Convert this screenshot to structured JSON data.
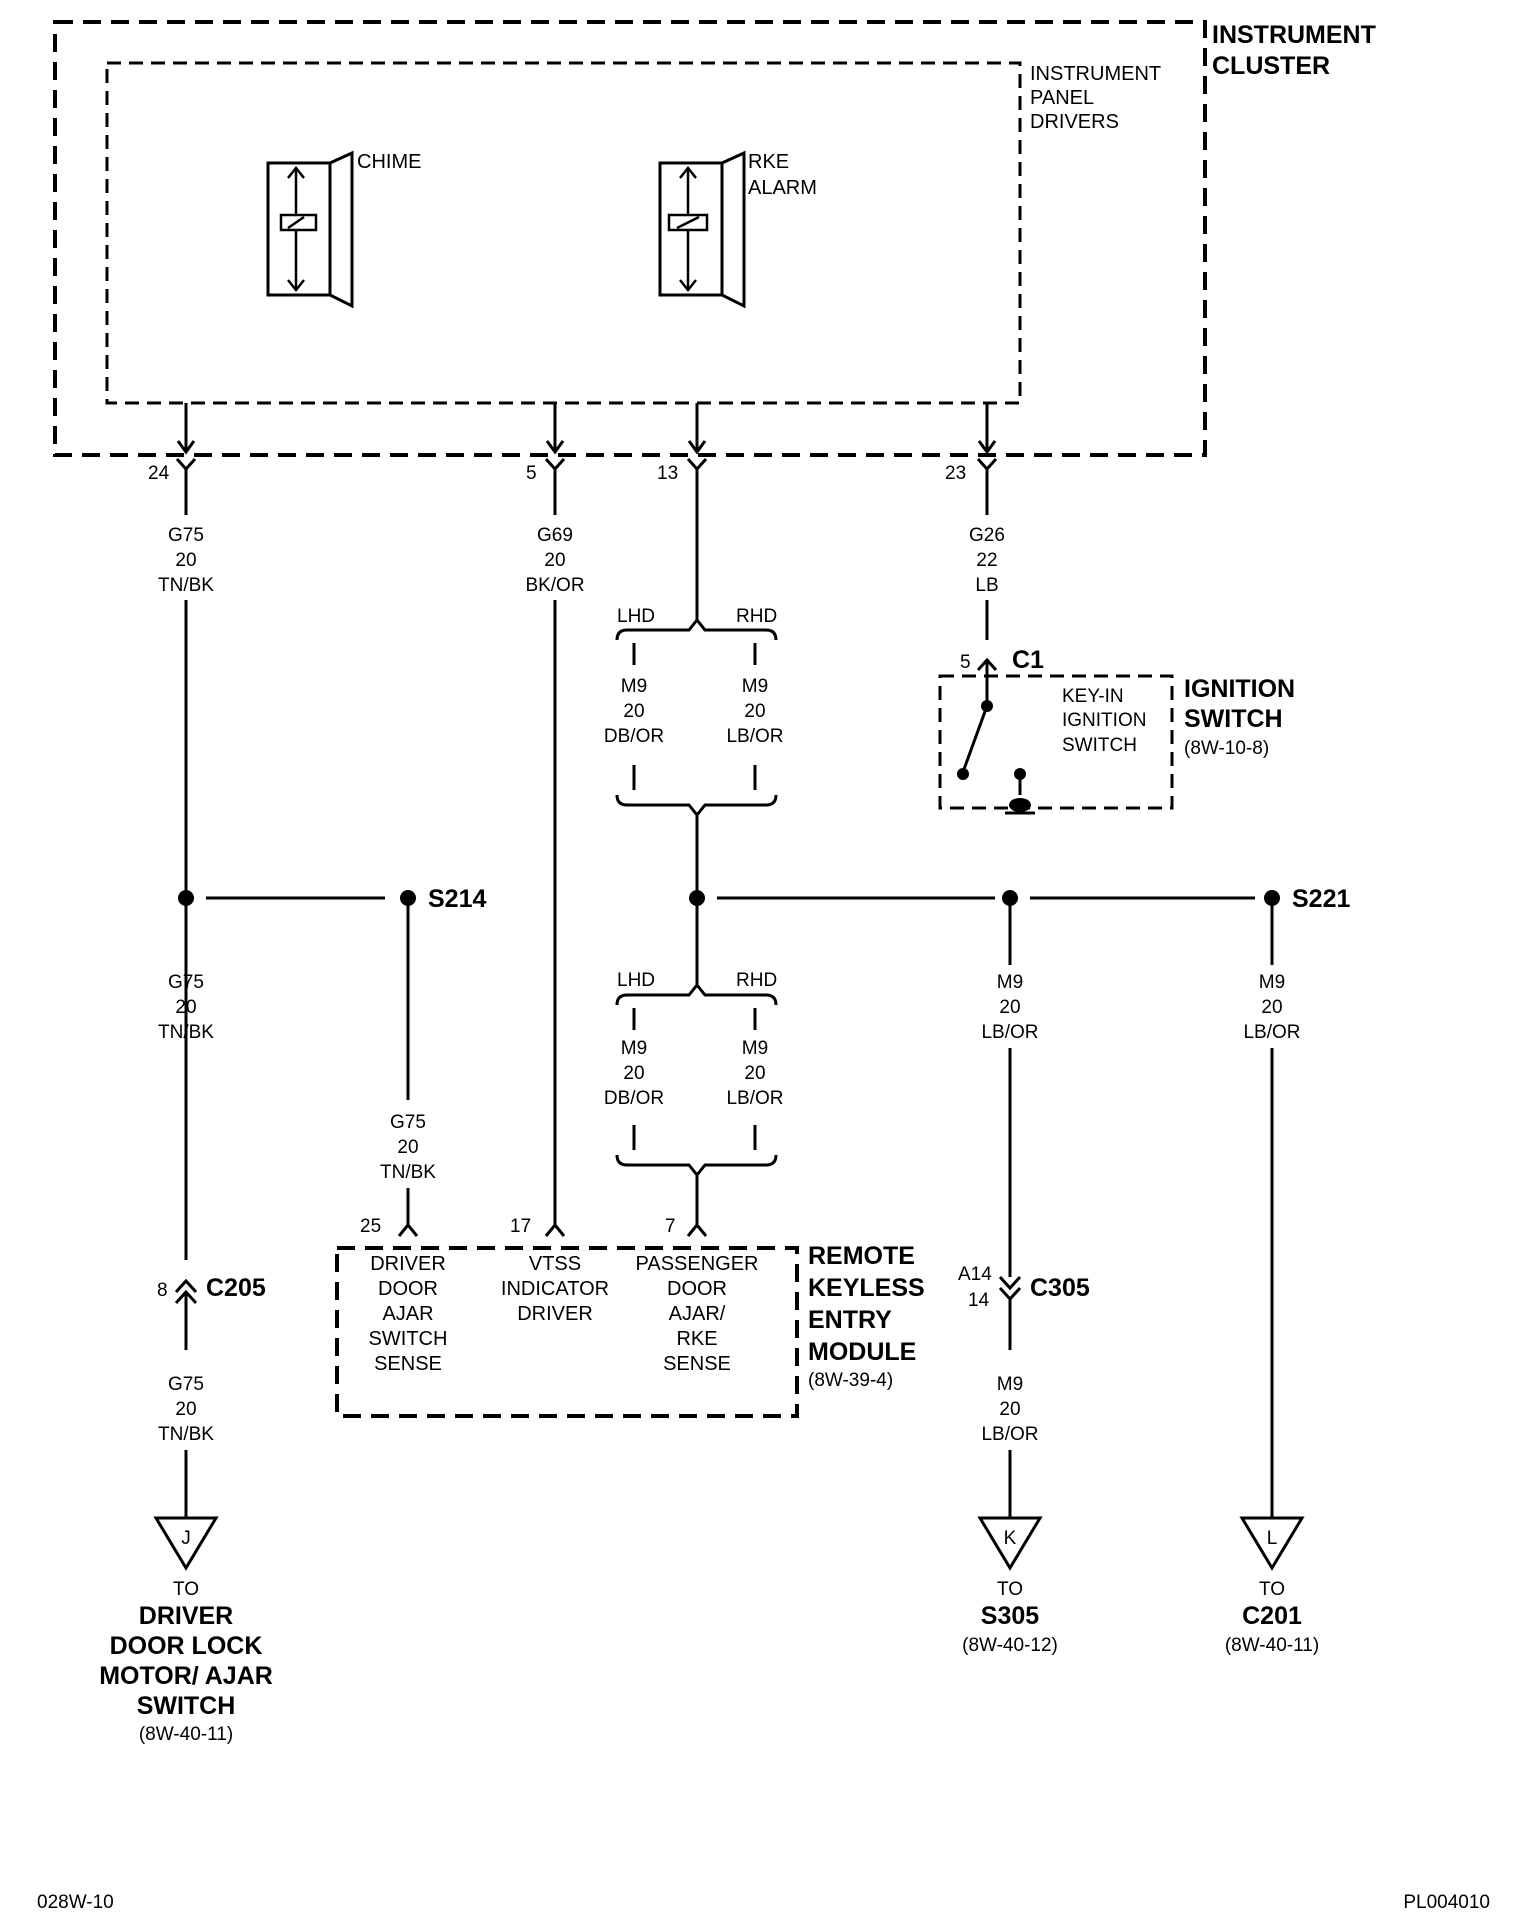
{
  "instrument_cluster": {
    "title_line1": "INSTRUMENT",
    "title_line2": "CLUSTER"
  },
  "panel_drivers": {
    "line1": "INSTRUMENT",
    "line2": "PANEL",
    "line3": "DRIVERS"
  },
  "chime": {
    "label": "CHIME"
  },
  "rke_alarm": {
    "line1": "RKE",
    "line2": "ALARM"
  },
  "pins": {
    "p24": "24",
    "p5": "5",
    "p13": "13",
    "p23": "23",
    "p25": "25",
    "p17": "17",
    "p7": "7",
    "p8": "8",
    "c1_pin": "5",
    "a14": "A14",
    "p14": "14"
  },
  "wires": {
    "g75_a": [
      "G75",
      "20",
      "TN/BK"
    ],
    "g69": [
      "G69",
      "20",
      "BK/OR"
    ],
    "g26": [
      "G26",
      "22",
      "LB"
    ],
    "m9_lhd_top": [
      "M9",
      "20",
      "DB/OR"
    ],
    "m9_rhd_top": [
      "M9",
      "20",
      "LB/OR"
    ],
    "g75_b": [
      "G75",
      "20",
      "TN/BK"
    ],
    "g75_c": [
      "G75",
      "20",
      "TN/BK"
    ],
    "m9_lhd_bot": [
      "M9",
      "20",
      "DB/OR"
    ],
    "m9_rhd_bot": [
      "M9",
      "20",
      "LB/OR"
    ],
    "m9_mid": [
      "M9",
      "20",
      "LB/OR"
    ],
    "m9_s221": [
      "M9",
      "20",
      "LB/OR"
    ],
    "g75_d": [
      "G75",
      "20",
      "TN/BK"
    ],
    "m9_k": [
      "M9",
      "20",
      "LB/OR"
    ]
  },
  "option": {
    "lhd": "LHD",
    "rhd": "RHD"
  },
  "ignition": {
    "connector": "C1",
    "inner_line1": "KEY-IN",
    "inner_line2": "IGNITION",
    "inner_line3": "SWITCH",
    "title_line1": "IGNITION",
    "title_line2": "SWITCH",
    "ref": "(8W-10-8)"
  },
  "splices": {
    "s214": "S214",
    "s221": "S221"
  },
  "rke_module": {
    "col1": [
      "DRIVER",
      "DOOR",
      "AJAR",
      "SWITCH",
      "SENSE"
    ],
    "col2": [
      "VTSS",
      "INDICATOR",
      "DRIVER"
    ],
    "col3": [
      "PASSENGER",
      "DOOR",
      "AJAR/",
      "RKE",
      "SENSE"
    ],
    "title": [
      "REMOTE",
      "KEYLESS",
      "ENTRY",
      "MODULE"
    ],
    "ref": "(8W-39-4)"
  },
  "connectors": {
    "c205": "C205",
    "c305": "C305"
  },
  "destinations": {
    "j": {
      "letter": "J",
      "to": "TO",
      "name": [
        "DRIVER",
        "DOOR LOCK",
        "MOTOR/ AJAR",
        "SWITCH"
      ],
      "ref": "(8W-40-11)"
    },
    "k": {
      "letter": "K",
      "to": "TO",
      "name": [
        "S305"
      ],
      "ref": "(8W-40-12)"
    },
    "l": {
      "letter": "L",
      "to": "TO",
      "name": [
        "C201"
      ],
      "ref": "(8W-40-11)"
    }
  },
  "footer": {
    "left": "028W-10",
    "right": "PL004010"
  }
}
